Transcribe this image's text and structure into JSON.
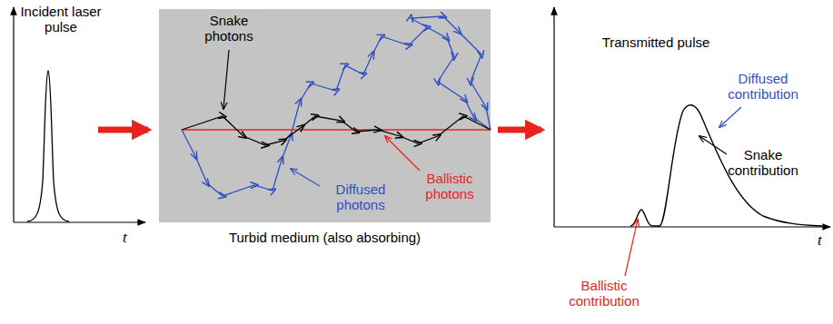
{
  "diagram": {
    "nodes": [
      {
        "text": [
          "Turbid medium (also absorbing)"
        ]
      }
    ],
    "labels": [
      "Incident laser pulse",
      "t",
      "Snake photons",
      "Diffused photons",
      "Ballistic photons",
      "Transmitted pulse",
      "Diffused contribution",
      "Snake contribution",
      "Ballistic contribution",
      "t"
    ]
  }
}
